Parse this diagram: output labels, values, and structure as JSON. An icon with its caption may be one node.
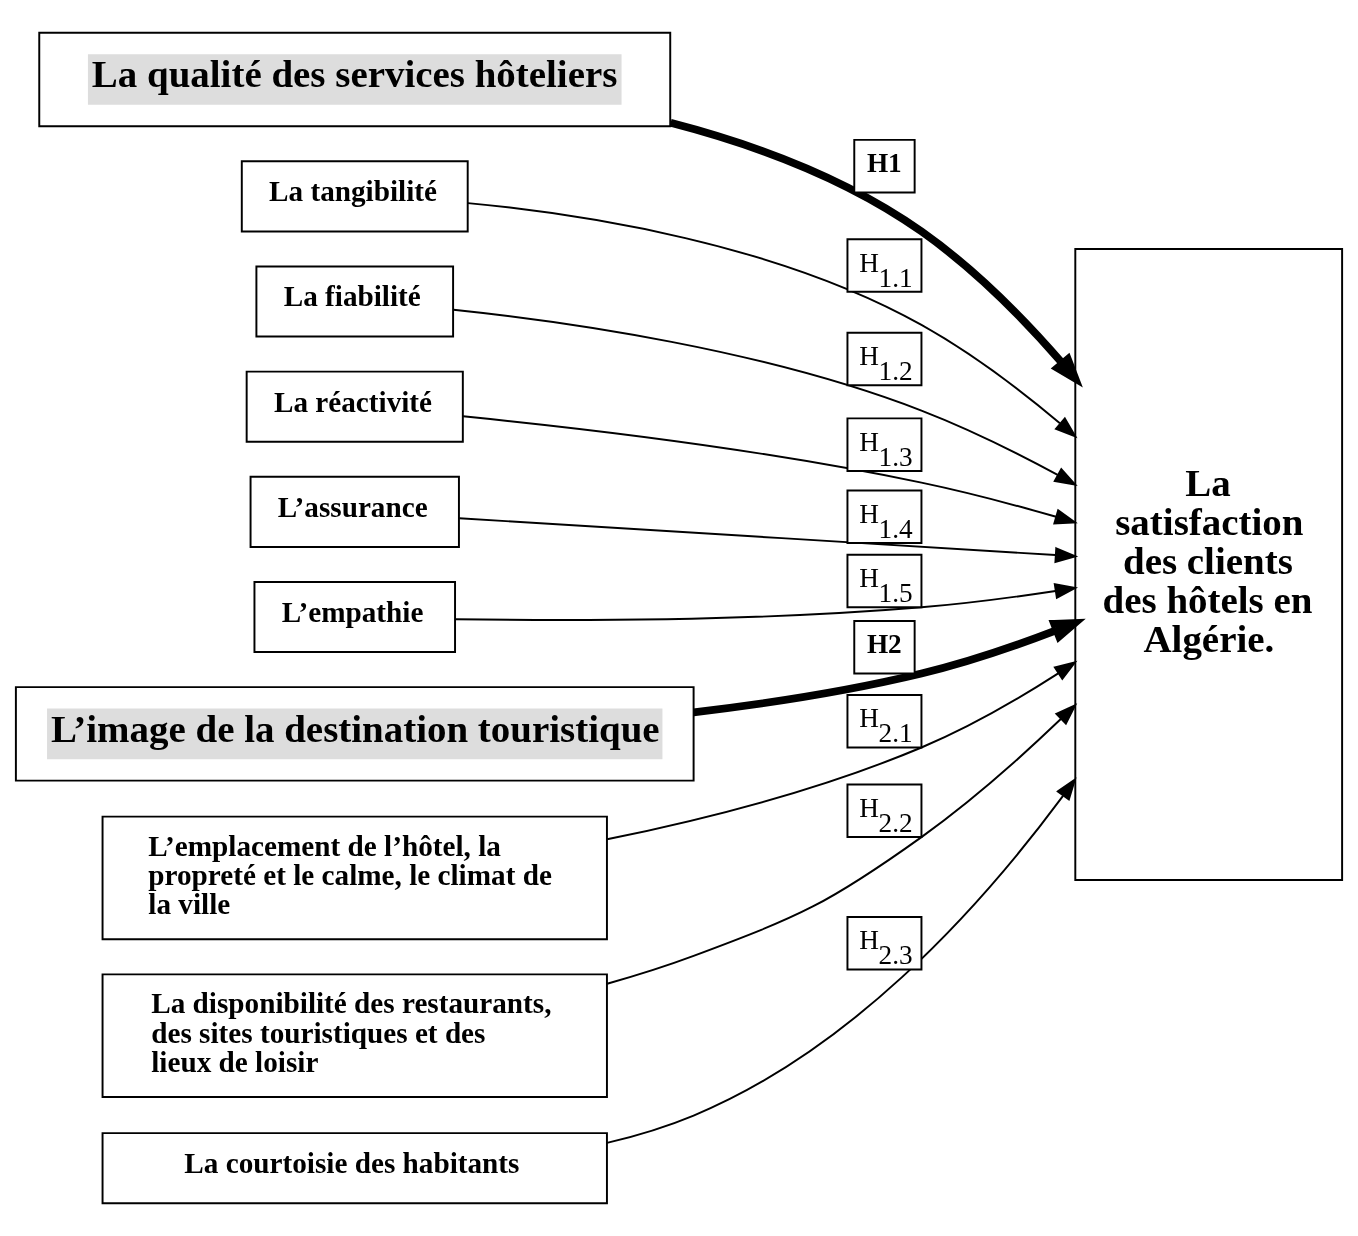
{
  "diagram": {
    "nodes": [
      {
        "text": [
          "La qualité des services hôteliers"
        ]
      },
      {
        "text": [
          "La tangibilité"
        ]
      },
      {
        "text": [
          "La fiabilité"
        ]
      },
      {
        "text": [
          "La réactivité"
        ]
      },
      {
        "text": [
          "L’assurance"
        ]
      },
      {
        "text": [
          "L’empathie"
        ]
      },
      {
        "text": [
          "L’image de la destination touristique"
        ]
      },
      {
        "text": [
          "L’emplacement de l’hôtel, la propreté et le calme, le climat de la ville"
        ]
      },
      {
        "text": [
          "La disponibilité des restaurants, des sites touristiques et des lieux de loisir"
        ]
      },
      {
        "text": [
          "La courtoisie des habitants"
        ]
      },
      {
        "text": [
          "La satisfaction des clients des hôtels en Algérie."
        ]
      }
    ],
    "edges": [
      {
        "from": 0,
        "to": 10,
        "arrow": "to",
        "label": "H1",
        "style": "thick"
      },
      {
        "from": 1,
        "to": 10,
        "arrow": "to",
        "label": "H$_{1.1}$"
      },
      {
        "from": 2,
        "to": 10,
        "arrow": "to",
        "label": "H$_{1.2}$"
      },
      {
        "from": 3,
        "to": 10,
        "arrow": "to",
        "label": "H$_{1.3}$"
      },
      {
        "from": 4,
        "to": 10,
        "arrow": "to",
        "label": "H$_{1.4}$"
      },
      {
        "from": 5,
        "to": 10,
        "arrow": "to",
        "label": "H$_{1.5}$"
      },
      {
        "from": 6,
        "to": 10,
        "arrow": "to",
        "label": "H2",
        "style": "thick"
      },
      {
        "from": 7,
        "to": 10,
        "arrow": "to",
        "label": "H$_{2.1}$"
      },
      {
        "from": 8,
        "to": 10,
        "arrow": "to",
        "label": "H$_{2.2}$"
      },
      {
        "from": 9,
        "to": 10,
        "arrow": "to",
        "label": "H$_{2.3}$"
      }
    ]
  }
}
